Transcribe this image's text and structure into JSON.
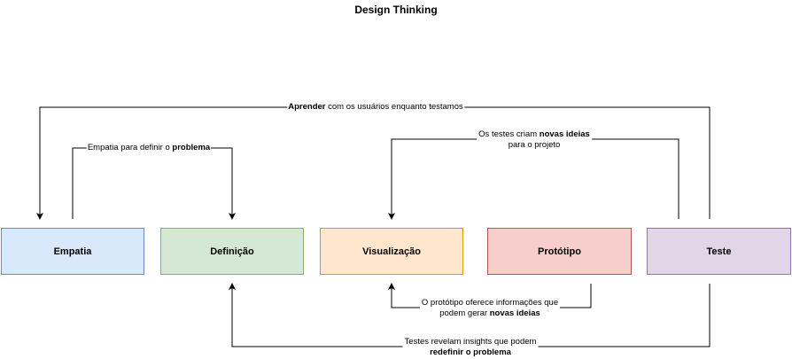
{
  "title": "Design Thinking",
  "nodes": [
    {
      "id": "empatia",
      "label": "Empatia",
      "fill": "#dae8fc",
      "stroke": "#6c8ebf"
    },
    {
      "id": "definicao",
      "label": "Definição",
      "fill": "#d5e8d4",
      "stroke": "#82b366"
    },
    {
      "id": "visualizacao",
      "label": "Visualização",
      "fill": "#ffe6cc",
      "stroke": "#d79b00"
    },
    {
      "id": "prototipo",
      "label": "Protótipo",
      "fill": "#f8cecc",
      "stroke": "#b85450"
    },
    {
      "id": "teste",
      "label": "Teste",
      "fill": "#e1d5e7",
      "stroke": "#9673a6"
    }
  ],
  "edges": {
    "aprender": {
      "from": "teste",
      "to": "empatia",
      "bold": "Aprender",
      "rest": " com os usuários enquanto testamos"
    },
    "empatia_definir": {
      "from": "empatia",
      "to": "definicao",
      "pre": "Empatia para definir o ",
      "bold": "problema"
    },
    "testes_ideias": {
      "from": "teste",
      "to": "visualizacao",
      "line1_pre": "Os testes criam ",
      "line1_bold": "novas ideias",
      "line2": "para o projeto"
    },
    "prototipo_info": {
      "from": "prototipo",
      "to": "visualizacao",
      "line1": "O protótipo oferece informações que",
      "line2_pre": "podem gerar ",
      "line2_bold": "novas ideias"
    },
    "testes_insights": {
      "from": "teste",
      "to": "definicao",
      "line1": "Testes revelam insights que podem",
      "line2_bold": "redefinir o problema"
    }
  }
}
